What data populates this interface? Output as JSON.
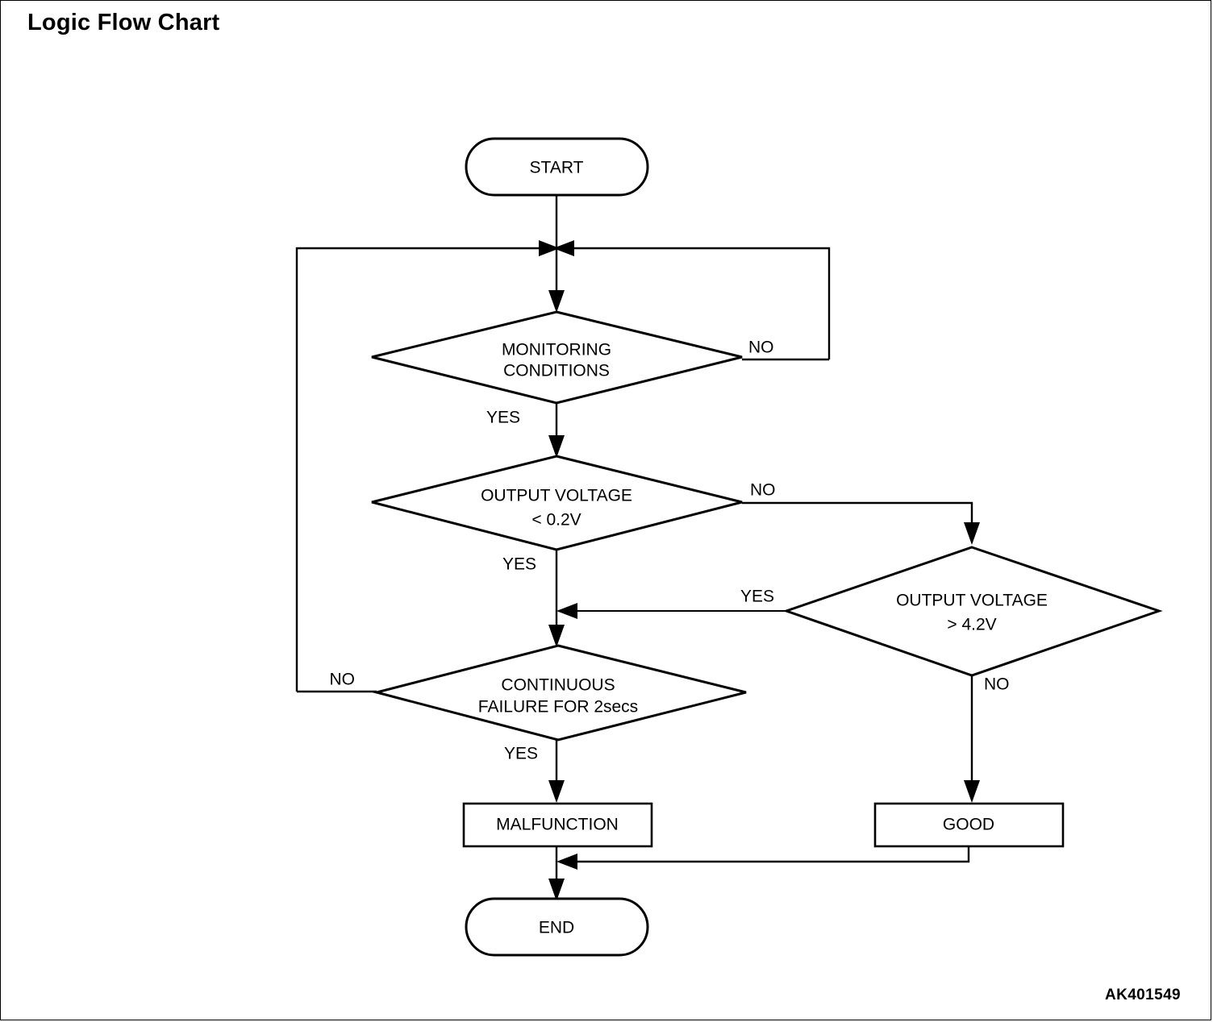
{
  "document": {
    "title": "Logic Flow Chart",
    "reference_code": "AK401549"
  },
  "chart_data": {
    "type": "diagram",
    "diagram_kind": "flowchart",
    "title": "Logic Flow Chart",
    "orientation": "top-to-bottom",
    "nodes": [
      {
        "id": "start",
        "shape": "terminator",
        "label": "START"
      },
      {
        "id": "mon",
        "shape": "decision",
        "label_line1": "MONITORING",
        "label_line2": "CONDITIONS"
      },
      {
        "id": "low",
        "shape": "decision",
        "label_line1": "OUTPUT VOLTAGE",
        "label_line2": "< 0.2V"
      },
      {
        "id": "high",
        "shape": "decision",
        "label_line1": "OUTPUT VOLTAGE",
        "label_line2": "> 4.2V"
      },
      {
        "id": "cont",
        "shape": "decision",
        "label_line1": "CONTINUOUS",
        "label_line2": "FAILURE FOR 2secs"
      },
      {
        "id": "malf",
        "shape": "process",
        "label": "MALFUNCTION"
      },
      {
        "id": "good",
        "shape": "process",
        "label": "GOOD"
      },
      {
        "id": "end",
        "shape": "terminator",
        "label": "END"
      }
    ],
    "edges": [
      {
        "from": "start",
        "to": "mon",
        "label": ""
      },
      {
        "from": "mon",
        "to": "low",
        "label": "YES"
      },
      {
        "from": "mon",
        "to": "mon",
        "label": "NO",
        "note": "loops back above MONITORING CONDITIONS"
      },
      {
        "from": "low",
        "to": "cont",
        "label": "YES"
      },
      {
        "from": "low",
        "to": "high",
        "label": "NO"
      },
      {
        "from": "high",
        "to": "cont",
        "label": "YES"
      },
      {
        "from": "high",
        "to": "good",
        "label": "NO"
      },
      {
        "from": "cont",
        "to": "malf",
        "label": "YES"
      },
      {
        "from": "cont",
        "to": "mon",
        "label": "NO",
        "note": "loops back above MONITORING CONDITIONS"
      },
      {
        "from": "malf",
        "to": "end",
        "label": ""
      },
      {
        "from": "good",
        "to": "end",
        "label": ""
      }
    ],
    "edge_labels": {
      "mon_yes": "YES",
      "mon_no": "NO",
      "low_yes": "YES",
      "low_no": "NO",
      "high_yes": "YES",
      "high_no": "NO",
      "cont_yes": "YES",
      "cont_no": "NO"
    },
    "colors": {
      "stroke": "#000000",
      "fill": "#ffffff",
      "text": "#000000"
    }
  }
}
